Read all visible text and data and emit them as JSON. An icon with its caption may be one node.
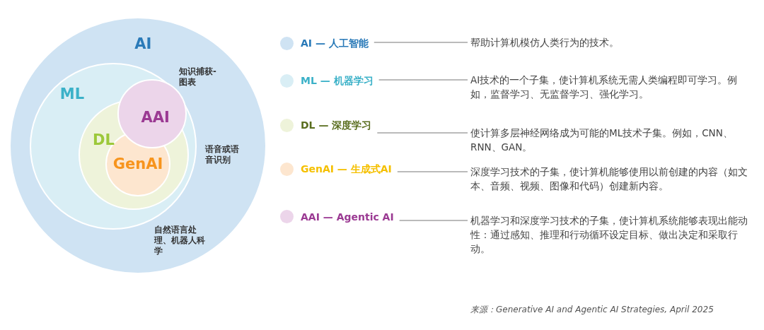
{
  "diagram": {
    "caption": "来源：Generative AI and Agentic AI Strategies, April 2025",
    "nodes": [
      {
        "text": [
          "AI"
        ]
      },
      {
        "text": [
          "ML"
        ],
        "in": 0
      },
      {
        "text": [
          "DL"
        ],
        "in": 1
      },
      {
        "text": [
          "AAI"
        ],
        "in": 1
      },
      {
        "text": [
          "GenAI"
        ],
        "in": 2
      },
      {
        "text": [
          "AI — 人工智能"
        ]
      },
      {
        "text": [
          "帮助计算机模仿人类行为的技术。"
        ]
      },
      {
        "text": [
          "ML — 机器学习"
        ]
      },
      {
        "text": [
          "AI技术的一个子集，使计算机系统无需人类编程即可学习。例如，监督学习、无监督学习、强化学习。"
        ]
      },
      {
        "text": [
          "DL — 深度学习"
        ]
      },
      {
        "text": [
          "使计算多层神经网络成为可能的ML技术子集。例如，CNN、RNN、GAN。"
        ]
      },
      {
        "text": [
          "GenAI — 生成式AI"
        ]
      },
      {
        "text": [
          "深度学习技术的子集，使计算机能够使用以前创建的内容（如文本、音频、视频、图像和代码）创建新内容。"
        ]
      },
      {
        "text": [
          "AAI — Agentic AI"
        ]
      },
      {
        "text": [
          "机器学习和深度学习技术的子集，使计算机系统能够表现出能动性：通过感知、推理和行动循环设定目标、做出决定和采取行动。"
        ]
      }
    ],
    "edges": [
      {
        "from": 5,
        "to": 6,
        "arrow": "none"
      },
      {
        "from": 7,
        "to": 8,
        "arrow": "none"
      },
      {
        "from": 9,
        "to": 10,
        "arrow": "none"
      },
      {
        "from": 11,
        "to": 12,
        "arrow": "none"
      },
      {
        "from": 13,
        "to": 14,
        "arrow": "none"
      }
    ],
    "labels": [
      "知识捕获- 图表",
      "语音或语音识别",
      "自然语言处理、机器人科学"
    ]
  }
}
